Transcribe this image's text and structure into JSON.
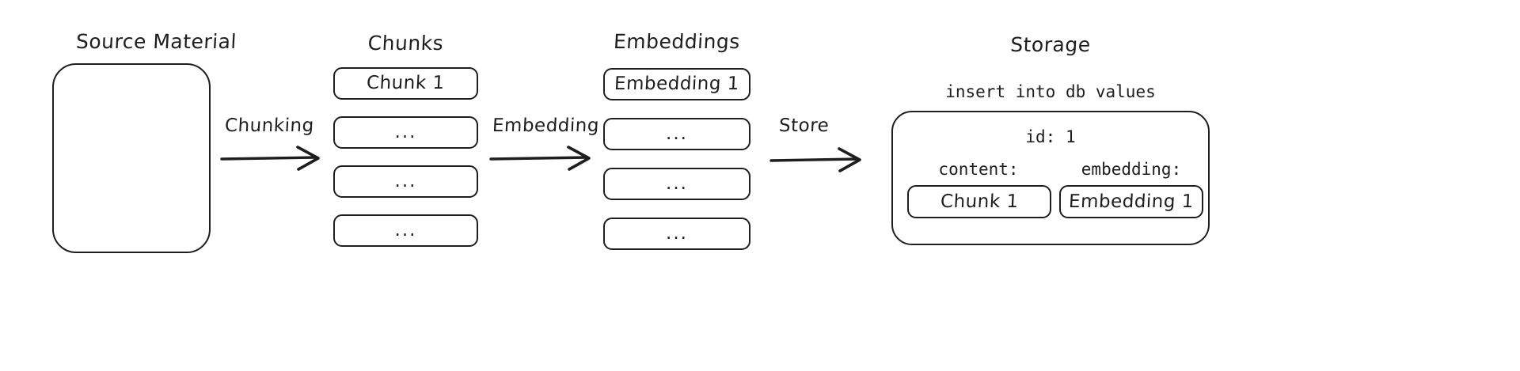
{
  "diagram": {
    "title": "Document ingestion pipeline: source material to vector storage",
    "style": "hand-drawn sketch",
    "background_color": "#ffffff",
    "ink_color": "#1e1e1e"
  },
  "stages": {
    "source": {
      "header": "Source Material",
      "box_content": ""
    },
    "chunks": {
      "header": "Chunks",
      "items": [
        {
          "label": "Chunk 1"
        },
        {
          "label": "..."
        },
        {
          "label": "..."
        },
        {
          "label": "..."
        }
      ]
    },
    "embeddings": {
      "header": "Embeddings",
      "items": [
        {
          "label": "Embedding 1"
        },
        {
          "label": "..."
        },
        {
          "label": "..."
        },
        {
          "label": "..."
        }
      ]
    },
    "storage": {
      "header": "Storage",
      "caption": "insert into db values",
      "record": {
        "id_line": "id: 1",
        "content_label": "content:",
        "content_value": "Chunk 1",
        "embedding_label": "embedding:",
        "embedding_value": "Embedding 1"
      }
    }
  },
  "arrows": [
    {
      "label": "Chunking",
      "from": "source",
      "to": "chunks"
    },
    {
      "label": "Embedding",
      "from": "chunks",
      "to": "embeddings"
    },
    {
      "label": "Store",
      "from": "embeddings",
      "to": "storage"
    }
  ]
}
